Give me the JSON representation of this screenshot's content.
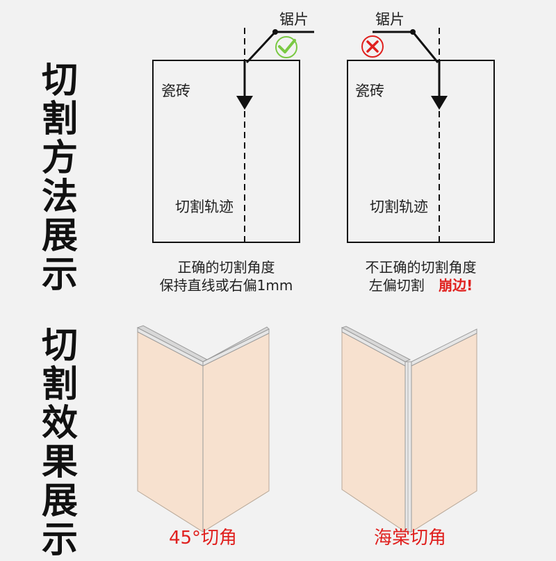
{
  "section1": {
    "title_chars": [
      "切",
      "割",
      "方",
      "法",
      "展",
      "示"
    ]
  },
  "section2": {
    "title_chars": [
      "切",
      "割",
      "效",
      "果",
      "展",
      "示"
    ]
  },
  "correct": {
    "blade_label": "锯片",
    "tile_label": "瓷砖",
    "track_label": "切割轨迹",
    "caption_line1": "正确的切割角度",
    "caption_line2": "保持直线或右偏1mm",
    "status_color": "#7ac943",
    "status_icon": "check-icon"
  },
  "wrong": {
    "blade_label": "锯片",
    "tile_label": "瓷砖",
    "track_label": "切割轨迹",
    "caption_line1": "不正确的切割角度",
    "caption_line2": "左偏切割",
    "warning": "崩边!",
    "status_color": "#e0201e",
    "status_icon": "cross-icon"
  },
  "effects": {
    "left_label": "45°切角",
    "right_label": "海棠切角",
    "tile_color": "#f7e1cf"
  }
}
